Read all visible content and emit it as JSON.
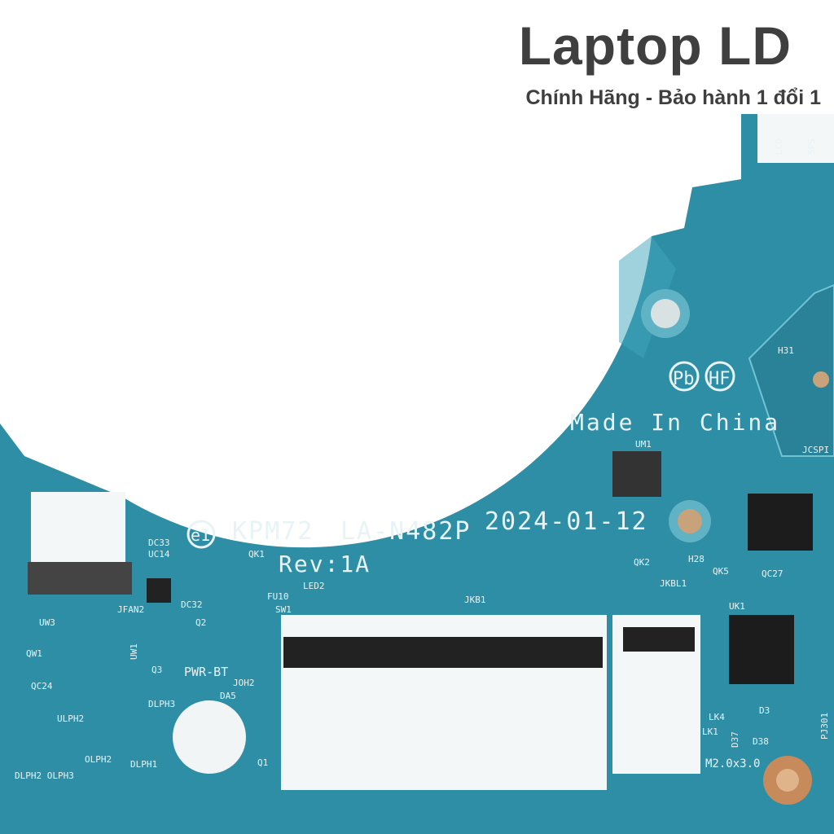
{
  "watermark": {
    "brand": "Laptop LD",
    "slogan": "Chính Hãng - Bảo hành 1 đổi 1"
  },
  "board": {
    "color": "#2e8ea6",
    "model": "KPM72",
    "part": "LA-N482P",
    "date": "2024-01-12",
    "rev": "Rev:1A",
    "origin": "Made In China",
    "marks": [
      "Pb",
      "HF",
      "e1"
    ],
    "labels": [
      "LCD",
      "SPS",
      "H31",
      "UM1",
      "JCSPI",
      "H28",
      "QK5",
      "QC27",
      "QK2",
      "JKBL1",
      "UK1",
      "JKB1",
      "LED2",
      "FU10",
      "SW1",
      "Q2",
      "QK1",
      "DC33",
      "UC14",
      "DC32",
      "JFAN2",
      "UW3",
      "QW1",
      "UW1",
      "QC24",
      "Q3",
      "PWR-BT",
      "JOH2",
      "DA5",
      "DLPH3",
      "ULPH2",
      "OLPH2",
      "DLPH1",
      "Q1",
      "DLPH2 OLPH3",
      "LK4",
      "LK1",
      "D37",
      "D3",
      "D38",
      "PJ301",
      "M2.0x3.0"
    ]
  }
}
